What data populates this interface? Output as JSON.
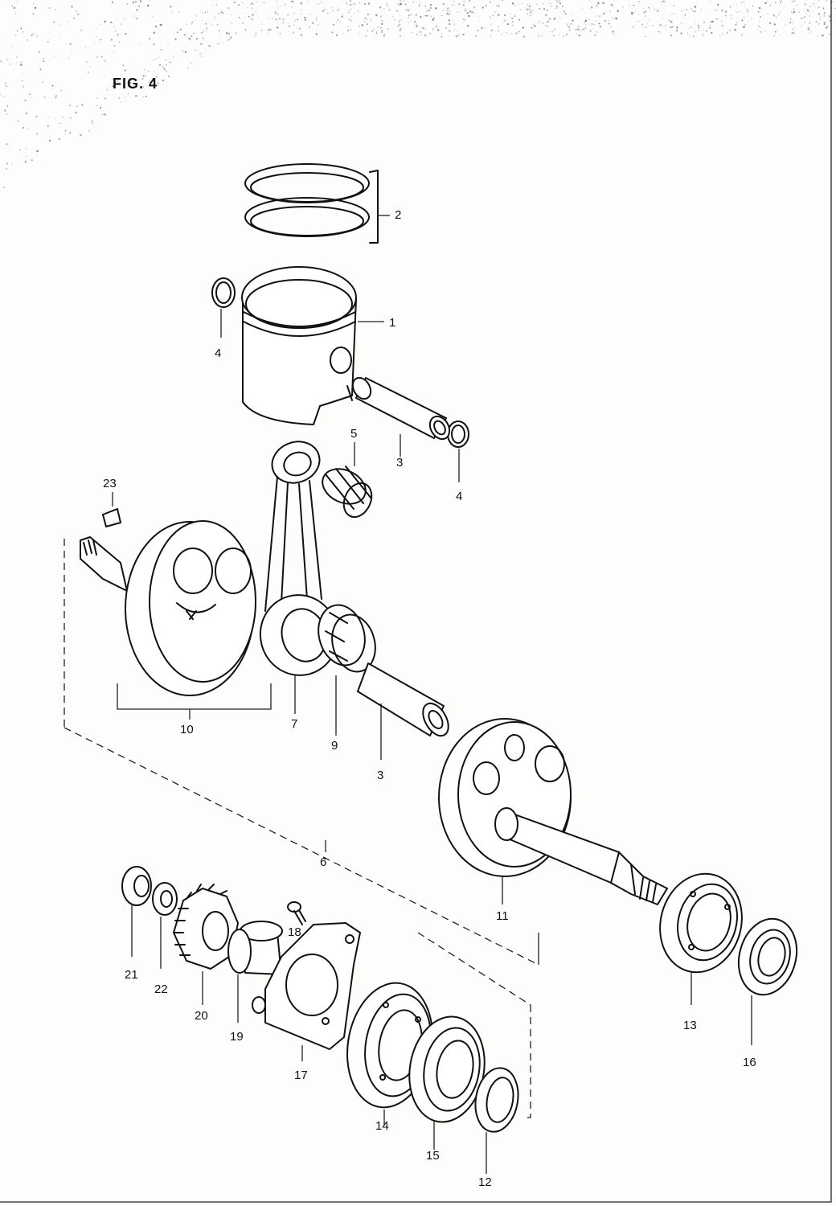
{
  "figure": {
    "title": "FIG. 4"
  },
  "callouts": [
    {
      "id": "p2",
      "text": "2"
    },
    {
      "id": "p1",
      "text": "1"
    },
    {
      "id": "p4a",
      "text": "4"
    },
    {
      "id": "p4b",
      "text": "4"
    },
    {
      "id": "p3a",
      "text": "3"
    },
    {
      "id": "p5",
      "text": "5"
    },
    {
      "id": "p23",
      "text": "23"
    },
    {
      "id": "p10",
      "text": "10"
    },
    {
      "id": "p7",
      "text": "7"
    },
    {
      "id": "p9",
      "text": "9"
    },
    {
      "id": "p3b",
      "text": "3"
    },
    {
      "id": "p6",
      "text": "6"
    },
    {
      "id": "p11",
      "text": "11"
    },
    {
      "id": "p13",
      "text": "13"
    },
    {
      "id": "p16a",
      "text": "16"
    },
    {
      "id": "p21",
      "text": "21"
    },
    {
      "id": "p22",
      "text": "22"
    },
    {
      "id": "p20",
      "text": "20"
    },
    {
      "id": "p18",
      "text": "18"
    },
    {
      "id": "p19",
      "text": "19"
    },
    {
      "id": "p17",
      "text": "17"
    },
    {
      "id": "p14",
      "text": "14"
    },
    {
      "id": "p15",
      "text": "15"
    },
    {
      "id": "p12",
      "text": "12"
    }
  ],
  "colors": {
    "ink": "#111111",
    "paper": "#fdfdfb"
  }
}
